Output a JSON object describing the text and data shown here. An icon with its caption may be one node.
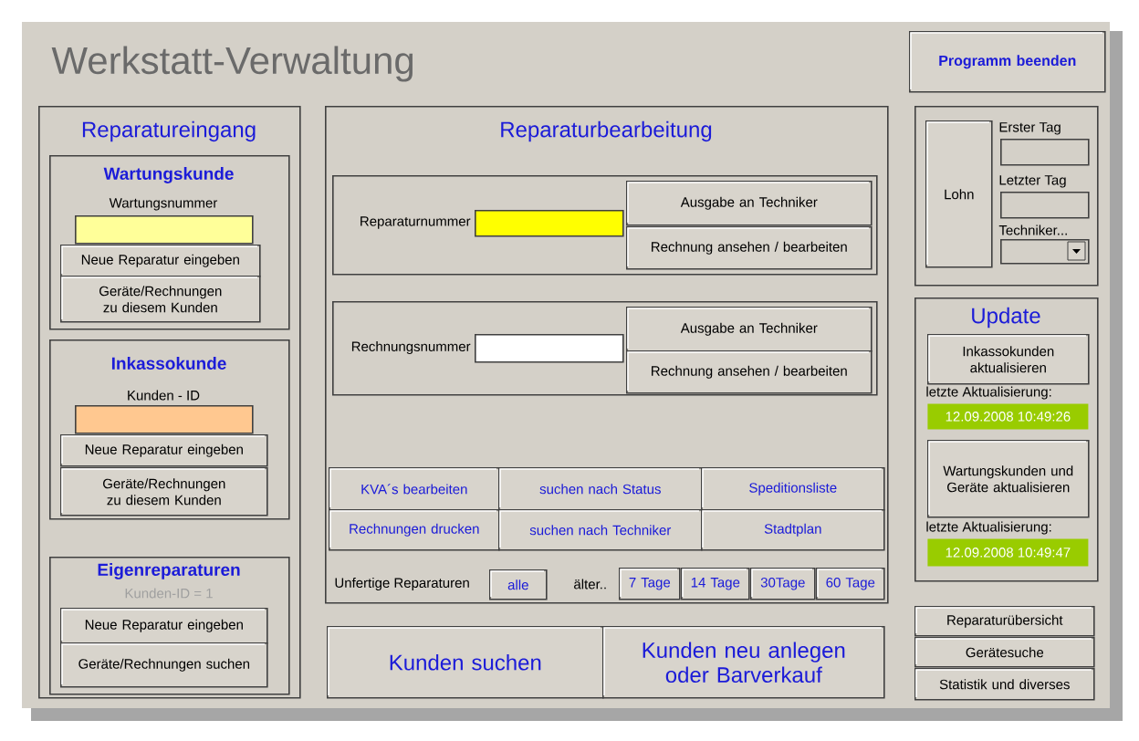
{
  "diagram": {
    "title": "Werkstatt-Verwaltung",
    "nodes": [
      {
        "text": [
          "Programm beenden"
        ]
      },
      {
        "text": [
          "Reparatureingang"
        ]
      },
      {
        "text": [
          "Wartungskunde"
        ],
        "in": 1
      },
      {
        "text": [],
        "shape": "box",
        "beside": [
          "Wartungsnummer"
        ],
        "in": 2
      },
      {
        "text": [
          "Neue Reparatur eingeben"
        ],
        "in": 2
      },
      {
        "text": [
          "Geräte/Rechnungen zu diesem Kunden"
        ],
        "in": 2
      },
      {
        "text": [
          "Inkassokunde"
        ],
        "in": 1
      },
      {
        "text": [],
        "shape": "box",
        "beside": [
          "Kunden - ID"
        ],
        "in": 6
      },
      {
        "text": [
          "Neue Reparatur eingeben"
        ],
        "in": 6
      },
      {
        "text": [
          "Geräte/Rechnungen zu diesem Kunden"
        ],
        "in": 6
      },
      {
        "text": [
          "Eigenreparaturen",
          "Kunden-ID = 1"
        ],
        "in": 1
      },
      {
        "text": [
          "Neue Reparatur eingeben"
        ],
        "in": 10
      },
      {
        "text": [
          "Geräte/Rechnungen suchen"
        ],
        "in": 10
      },
      {
        "text": [
          "Reparaturbearbeitung"
        ]
      },
      {
        "text": [],
        "shape": "box",
        "in": 13
      },
      {
        "text": [],
        "shape": "box",
        "beside": [
          "Reparaturnummer"
        ],
        "in": 14
      },
      {
        "text": [
          "Ausgabe an Techniker"
        ],
        "in": 14
      },
      {
        "text": [
          "Rechnung ansehen / bearbeiten"
        ],
        "in": 14
      },
      {
        "text": [],
        "shape": "box",
        "in": 13
      },
      {
        "text": [],
        "shape": "box",
        "beside": [
          "Rechnungsnummer"
        ],
        "in": 18
      },
      {
        "text": [
          "Ausgabe an Techniker"
        ],
        "in": 18
      },
      {
        "text": [
          "Rechnung ansehen / bearbeiten"
        ],
        "in": 18
      },
      {
        "text": [
          "KVA´s bearbeiten"
        ],
        "in": 13
      },
      {
        "text": [
          "suchen nach Status"
        ],
        "in": 13
      },
      {
        "text": [
          "Speditionsliste"
        ],
        "in": 13
      },
      {
        "text": [
          "Rechnungen drucken"
        ],
        "in": 13
      },
      {
        "text": [
          "suchen nach Techniker"
        ],
        "in": 13
      },
      {
        "text": [
          "Stadtplan"
        ],
        "in": 13
      },
      {
        "text": [
          "alle"
        ],
        "in": 13
      },
      {
        "text": [
          "7 Tage"
        ],
        "in": 13
      },
      {
        "text": [
          "14 Tage"
        ],
        "in": 13
      },
      {
        "text": [
          "30Tage"
        ],
        "in": 13
      },
      {
        "text": [
          "60 Tage"
        ],
        "in": 13
      },
      {
        "text": [
          "Kunden suchen"
        ]
      },
      {
        "text": [
          "Kunden neu anlegen oder Barverkauf"
        ]
      },
      {
        "text": [],
        "shape": "box"
      },
      {
        "text": [
          "Lohn"
        ],
        "in": 35
      },
      {
        "text": [],
        "shape": "box",
        "beside": [
          "Erster Tag"
        ],
        "in": 35
      },
      {
        "text": [],
        "shape": "box",
        "beside": [
          "Letzter Tag"
        ],
        "in": 35
      },
      {
        "text": [],
        "shape": "box",
        "beside": [
          "Techniker..."
        ],
        "in": 35
      },
      {
        "text": [
          "Update"
        ]
      },
      {
        "text": [
          "Inkassokunden aktualisieren"
        ],
        "in": 40
      },
      {
        "text": [
          "12.09.2008 10:49:26"
        ],
        "beside": [
          "letzte Aktualisierung:"
        ],
        "in": 40
      },
      {
        "text": [
          "Wartungskunden und Geräte aktualisieren"
        ],
        "in": 40
      },
      {
        "text": [
          "12.09.2008 10:49:47"
        ],
        "beside": [
          "letzte Aktualisierung:"
        ],
        "in": 40
      },
      {
        "text": [
          "Reparaturübersicht"
        ]
      },
      {
        "text": [
          "Gerätesuche"
        ]
      },
      {
        "text": [
          "Statistik und diverses"
        ]
      }
    ],
    "labels": [
      "Unfertige Reparaturen",
      "älter.."
    ]
  }
}
